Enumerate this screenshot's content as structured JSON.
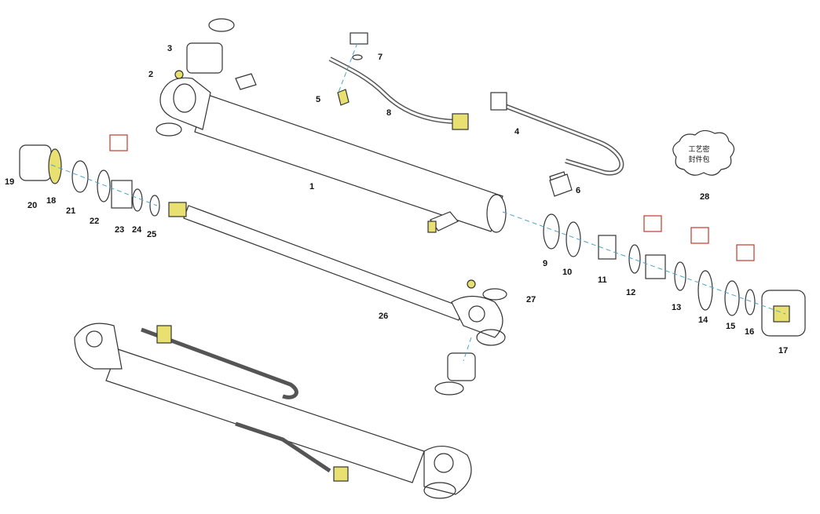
{
  "title": "Hydraulic cylinder exploded parts diagram",
  "callouts": [
    "1",
    "2",
    "3",
    "4",
    "5",
    "6",
    "7",
    "8",
    "9",
    "10",
    "11",
    "12",
    "13",
    "14",
    "15",
    "16",
    "17",
    "18",
    "19",
    "20",
    "21",
    "22",
    "23",
    "24",
    "25",
    "26",
    "27",
    "28"
  ],
  "seal_kit_note": {
    "line1": "工艺密",
    "line2": "封件包"
  },
  "colors": {
    "line": "#333333",
    "leader": "#c0392b",
    "axis": "#4aa3c8",
    "brass": "#e8e070"
  }
}
